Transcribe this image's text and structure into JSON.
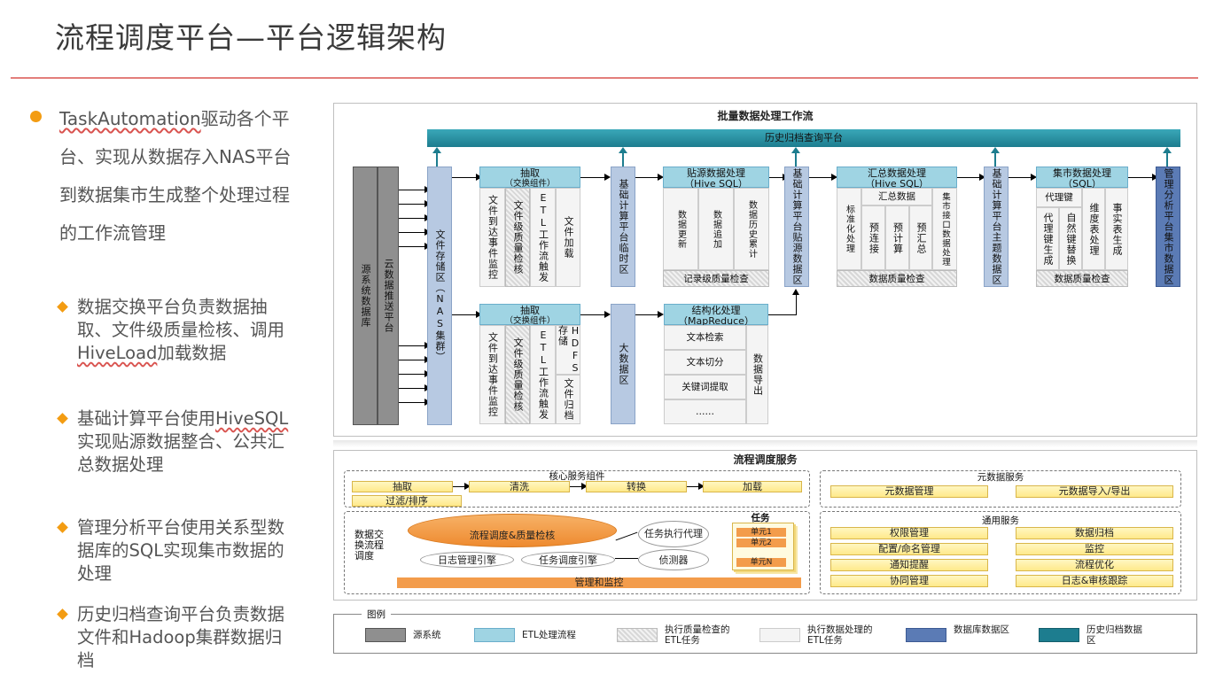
{
  "title": "流程调度平台—平台逻辑架构",
  "left": {
    "main_prefix": "TaskAutomation",
    "main_rest": "驱动各个平台、实现从数据存入NAS平台到数据集市生成整个处理过程的工作流管理",
    "subs": [
      {
        "pre": "数据交换平台负责数据抽取、文件级质量检核、调用",
        "link": "HiveLoad",
        "post": "加载数据"
      },
      {
        "pre": "基础计算平台使用",
        "link": "HiveSQL",
        "post": "实现贴源数据整合、公共汇总数据处理"
      },
      {
        "pre": "管理分析平台使用关系型数据库的SQL实现集市数据的处理",
        "link": "",
        "post": ""
      },
      {
        "pre": "历史归档查询平台负责数据文件和Hadoop集群数据归档",
        "link": "",
        "post": ""
      }
    ]
  },
  "workflow": {
    "title": "批量数据处理工作流",
    "archive_bar": "历史归档查询平台",
    "source": "源系统数据库",
    "cloud": "云数据推送平台",
    "nas": "文件存储区（NAS集群）",
    "extract1": {
      "title": "抽取",
      "sub": "（交换组件）",
      "cols": [
        "文件到达事件监控",
        "文件级质量检核",
        "ETL工作流触发",
        "文件加载"
      ]
    },
    "temp_zone": "基础计算平台临时区",
    "source_proc": {
      "title": "贴源数据处理",
      "sub": "（Hive SQL）",
      "cols": [
        "数据更新",
        "数据追加",
        "数据历史累计"
      ],
      "footer": "记录级质量检查"
    },
    "source_zone": "基础计算平台贴源数据区",
    "summary": {
      "title": "汇总数据处理",
      "sub": "（Hive SQL）",
      "top": "汇总数据",
      "cols": [
        "标准化处理",
        "预连接",
        "预计算",
        "预汇总",
        "集市接口数据处理"
      ],
      "footer": "数据质量检查"
    },
    "topic_zone": "基础计算平台主题数据区",
    "mart": {
      "title": "集市数据处理",
      "sub": "（SQL）",
      "top": "代理键",
      "cols": [
        "代理键生成",
        "自然键替换",
        "维度表处理",
        "事实表生成"
      ],
      "footer": "数据质量检查"
    },
    "mart_zone": "管理分析平台集市数据区",
    "extract2": {
      "title": "抽取",
      "sub": "（交换组件）",
      "cols": [
        "文件到达事件监控",
        "文件级质量检核",
        "ETL工作流触发",
        "HDFS存储",
        "文件归档"
      ]
    },
    "bigdata": "大数据区",
    "structured": {
      "title": "结构化处理",
      "sub": "（MapReduce）",
      "rows": [
        "文本检索",
        "文本切分",
        "关键词提取",
        "……"
      ],
      "side": "数据导出"
    }
  },
  "scheduler": {
    "title": "流程调度服务",
    "core": {
      "title": "核心服务组件",
      "steps": [
        "抽取",
        "清洗",
        "转换",
        "加载"
      ],
      "filter": "过滤/排序"
    },
    "exchange_label": "数据交换流程调度",
    "db": "流程调度&质量检核",
    "log_engine": "日志管理引擎",
    "task_engine": "任务调度引擎",
    "agent": "任务执行代理",
    "detector": "侦测器",
    "tasks_title": "任务",
    "units": [
      "单元1",
      "单元2",
      "单元N"
    ],
    "manage_bar": "管理和监控",
    "meta": {
      "title": "元数据服务",
      "items": [
        "元数据管理",
        "元数据导入/导出"
      ]
    },
    "common": {
      "title": "通用服务",
      "items": [
        "权限管理",
        "数据归档",
        "配置/命名管理",
        "监控",
        "通知提醒",
        "流程优化",
        "协同管理",
        "日志&审核跟踪"
      ]
    }
  },
  "legend": {
    "title": "图例",
    "items": [
      {
        "label": "源系统",
        "color": "#8f8f8f"
      },
      {
        "label": "ETL处理流程",
        "color": "#9fd4e3"
      },
      {
        "label": "执行质量检查的ETL任务",
        "color": "hatch"
      },
      {
        "label": "执行数据处理的ETL任务",
        "color": "#f4f4f4"
      },
      {
        "label": "数据库数据区",
        "color": "#5b7bb5"
      },
      {
        "label": "历史归档数据区",
        "color": "#1d7d8f"
      }
    ]
  }
}
